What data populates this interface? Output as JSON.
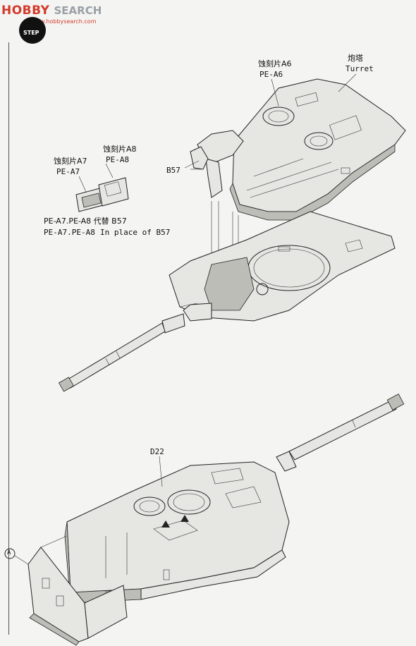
{
  "watermark": {
    "brand": "HOBBY",
    "search": "SEARCH",
    "url": "www.hobbysearch.com"
  },
  "step": {
    "label": "STEP"
  },
  "callouts": {
    "pe_a6_cn": "蚀刻片A6",
    "pe_a6": "PE-A6",
    "turret_cn": "炮塔",
    "turret": "Turret",
    "pe_a8_cn": "蚀刻片A8",
    "pe_a8": "PE-A8",
    "pe_a7_cn": "蚀刻片A7",
    "pe_a7": "PE-A7",
    "b57": "B57",
    "replace_cn": "PE-A7.PE-A8 代替 B57",
    "replace_en_left": "PE-A7.PE-A8",
    "replace_en_right": "In place of B57",
    "d22": "D22",
    "ref_a": "A"
  }
}
